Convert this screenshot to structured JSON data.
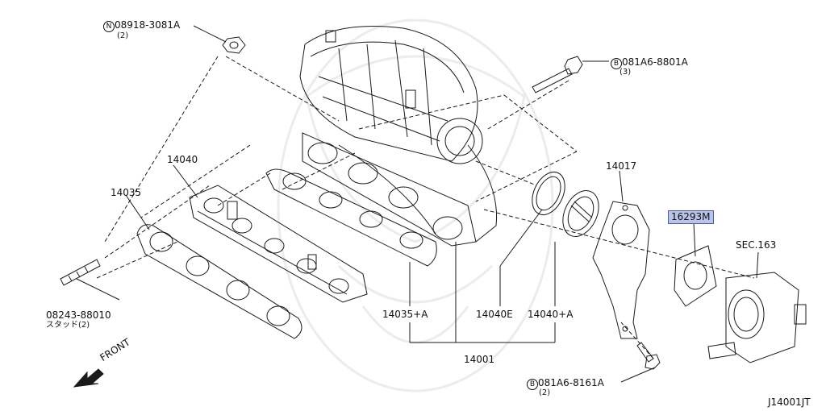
{
  "callouts": {
    "nut": {
      "code": "08918-3081A",
      "prefix": "N",
      "qty": "(2)"
    },
    "bolt_top": {
      "code": "081A6-8801A",
      "prefix": "B",
      "qty": "(3)"
    },
    "bolt_bottom": {
      "code": "081A6-8161A",
      "prefix": "B",
      "qty": "(2)"
    },
    "stud": {
      "code": "08243-88010",
      "qty": "スタッド(2)"
    }
  },
  "parts": {
    "p14040": "14040",
    "p14035": "14035",
    "p14017": "14017",
    "p16293M": "16293M",
    "sec163": "SEC.163",
    "p14035A": "14035+A",
    "p14040E": "14040E",
    "p14040A": "14040+A",
    "p14001": "14001"
  },
  "front_label": "FRONT",
  "diagram_id": "J14001JT",
  "colors": {
    "highlight": "#b9c4ea",
    "line": "#1a1a1a",
    "watermark": "#ececec"
  }
}
